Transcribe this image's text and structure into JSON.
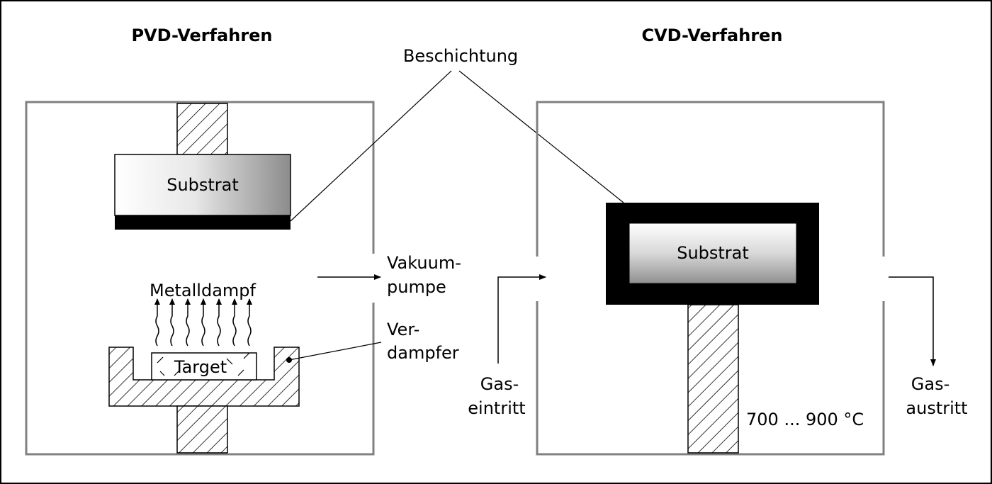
{
  "pvd": {
    "title": "PVD-Verfahren",
    "substrate": "Substrat",
    "vapor": "Metalldampf",
    "target": "Target"
  },
  "cvd": {
    "title": "CVD-Verfahren",
    "substrate": "Substrat",
    "temperature": "700 ... 900 °C"
  },
  "labels": {
    "coating": "Beschichtung",
    "vacuum_pump_line1": "Vakuum-",
    "vacuum_pump_line2": "pumpe",
    "evaporator_line1": "Ver-",
    "evaporator_line2": "dampfer",
    "gas_inlet_line1": "Gas-",
    "gas_inlet_line2": "eintritt",
    "gas_outlet_line1": "Gas-",
    "gas_outlet_line2": "austritt"
  },
  "colors": {
    "chamber_wall": "#808080",
    "coating": "#000000",
    "line": "#000000"
  }
}
